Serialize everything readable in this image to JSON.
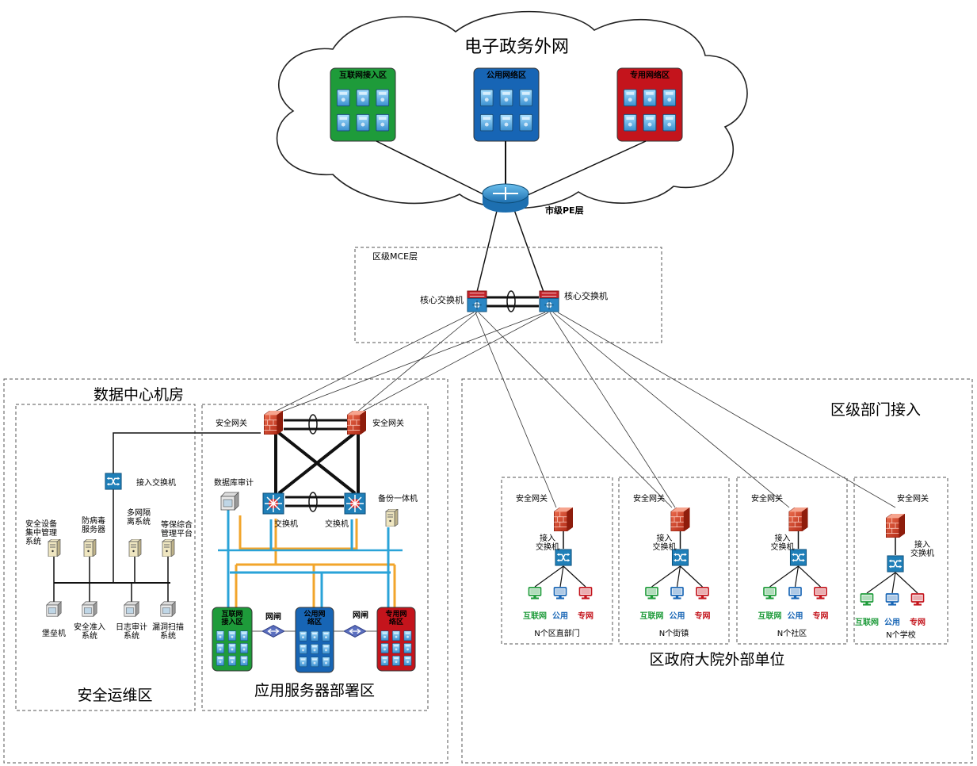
{
  "colors": {
    "green": "#1e9b3a",
    "blue": "#1765b5",
    "red": "#c4141c",
    "orange": "#f2a52b",
    "cyan": "#2aa3d8",
    "firewall": "#c8321e",
    "switch": "#1f7fb8",
    "router": "#2a86c4"
  },
  "cloud": {
    "title": "电子政务外网",
    "zones": [
      {
        "label": "互联网接入区",
        "color": "green"
      },
      {
        "label": "公用网络区",
        "color": "blue"
      },
      {
        "label": "专用网络区",
        "color": "red"
      }
    ],
    "router_label": "市级PE层"
  },
  "mce": {
    "title": "区级MCE层",
    "core_left": "核心交换机",
    "core_right": "核心交换机"
  },
  "datacenter": {
    "title": "数据中心机房",
    "ops": {
      "title": "安全运维区",
      "access_switch": "接入交换机",
      "top_devices": [
        "安全设备\n集中管理\n系统",
        "防病毒\n服务器",
        "多网隔\n离系统",
        "等保综合\n管理平台"
      ],
      "bottom_devices": [
        "堡垒机",
        "安全准入\n系统",
        "日志审计\n系统",
        "漏洞扫描\n系统"
      ]
    },
    "app": {
      "title": "应用服务器部署区",
      "fw_left": "安全网关",
      "fw_right": "安全网关",
      "db_audit": "数据库审计",
      "backup": "备份一体机",
      "sw_left": "交换机",
      "sw_right": "交换机",
      "zones": [
        {
          "label": "互联网\n接入区",
          "color": "green"
        },
        {
          "label": "公用网\n络区",
          "color": "blue"
        },
        {
          "label": "专用网\n络区",
          "color": "red"
        }
      ],
      "gate_left": "网闸",
      "gate_right": "网闸"
    }
  },
  "district": {
    "title": "区级部门接入",
    "subtitle": "区政府大院外部单位",
    "units": [
      {
        "gateway": "安全网关",
        "switch": "接入\n交换机",
        "pcs": [
          "互联网",
          "公用",
          "专网"
        ],
        "name": "N个区直部门"
      },
      {
        "gateway": "安全网关",
        "switch": "接入\n交换机",
        "pcs": [
          "互联网",
          "公用",
          "专网"
        ],
        "name": "N个街镇"
      },
      {
        "gateway": "安全网关",
        "switch": "接入\n交换机",
        "pcs": [
          "互联网",
          "公用",
          "专网"
        ],
        "name": "N个社区"
      },
      {
        "gateway": "安全网关",
        "switch": "接入\n交换机",
        "pcs": [
          "互联网",
          "公用",
          "专网"
        ],
        "name": "N个学校"
      }
    ]
  }
}
